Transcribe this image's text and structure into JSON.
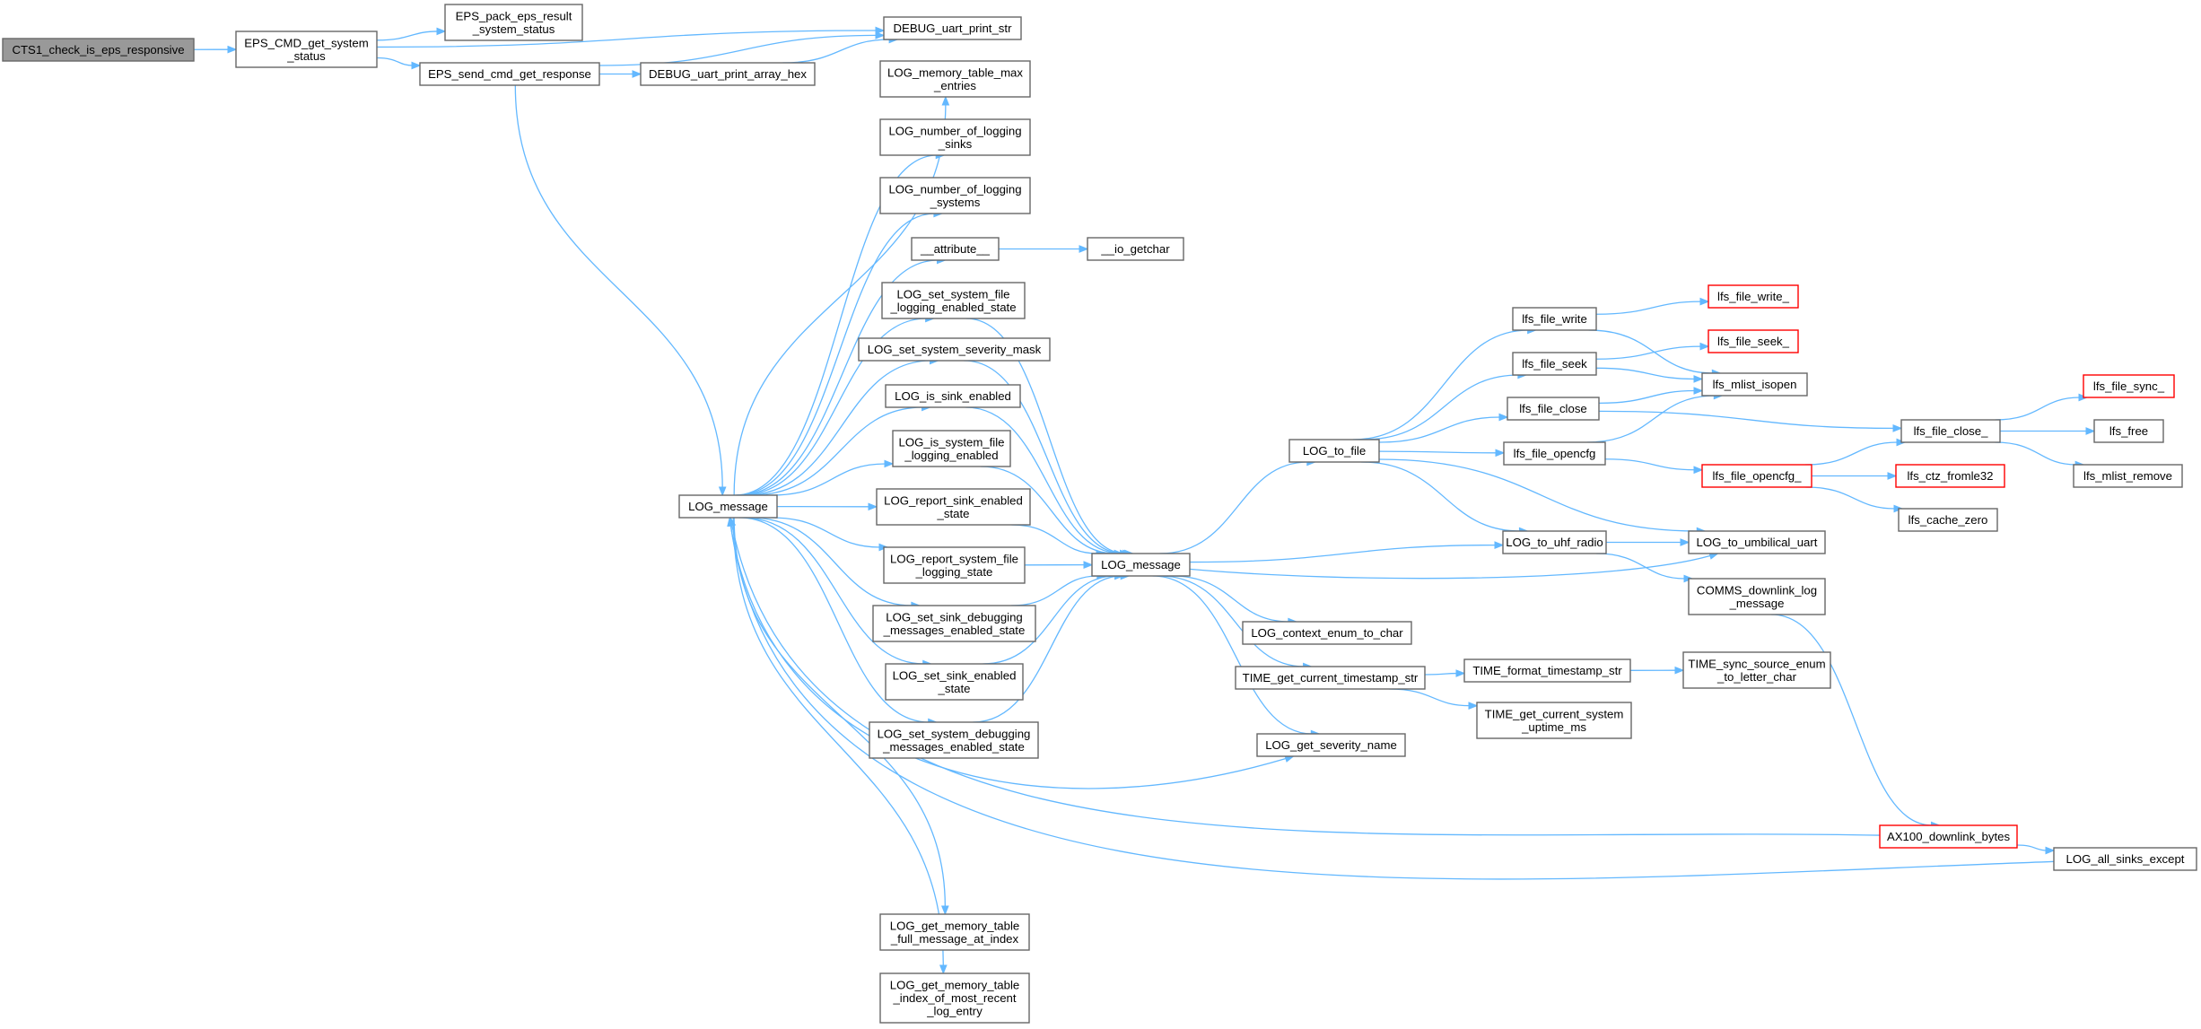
{
  "colors": {
    "edge": "#63b8ff",
    "node_border": "#666666",
    "node_border_incomplete": "#ff0000",
    "node_fill": "#ffffff",
    "root_fill": "#999999",
    "text": "#000000"
  },
  "nodes": [
    {
      "id": "cts1",
      "lines": [
        "CTS1_check_is_eps_responsive"
      ],
      "style": "root"
    },
    {
      "id": "eps_cmd",
      "lines": [
        "EPS_CMD_get_system",
        "_status"
      ]
    },
    {
      "id": "eps_pack",
      "lines": [
        "EPS_pack_eps_result",
        "_system_status"
      ]
    },
    {
      "id": "eps_send",
      "lines": [
        "EPS_send_cmd_get_response"
      ]
    },
    {
      "id": "debug_str",
      "lines": [
        "DEBUG_uart_print_str"
      ]
    },
    {
      "id": "debug_hex",
      "lines": [
        "DEBUG_uart_print_array_hex"
      ]
    },
    {
      "id": "log_mem_max",
      "lines": [
        "LOG_memory_table_max",
        "_entries"
      ]
    },
    {
      "id": "log_num_sinks",
      "lines": [
        "LOG_number_of_logging",
        "_sinks"
      ]
    },
    {
      "id": "log_num_sys",
      "lines": [
        "LOG_number_of_logging",
        "_systems"
      ]
    },
    {
      "id": "attribute",
      "lines": [
        "__attribute__"
      ]
    },
    {
      "id": "io_getchar",
      "lines": [
        "__io_getchar"
      ]
    },
    {
      "id": "set_sys_file",
      "lines": [
        "LOG_set_system_file",
        "_logging_enabled_state"
      ]
    },
    {
      "id": "set_sys_sev",
      "lines": [
        "LOG_set_system_severity_mask"
      ]
    },
    {
      "id": "is_sink",
      "lines": [
        "LOG_is_sink_enabled"
      ]
    },
    {
      "id": "is_sys_file",
      "lines": [
        "LOG_is_system_file",
        "_logging_enabled"
      ]
    },
    {
      "id": "report_sink",
      "lines": [
        "LOG_report_sink_enabled",
        "_state"
      ]
    },
    {
      "id": "report_sys_file",
      "lines": [
        "LOG_report_system_file",
        "_logging_state"
      ]
    },
    {
      "id": "set_sink_debug",
      "lines": [
        "LOG_set_sink_debugging",
        "_messages_enabled_state"
      ]
    },
    {
      "id": "set_sink_en",
      "lines": [
        "LOG_set_sink_enabled",
        "_state"
      ]
    },
    {
      "id": "set_sys_debug",
      "lines": [
        "LOG_set_system_debugging",
        "_messages_enabled_state"
      ]
    },
    {
      "id": "log_msg1",
      "lines": [
        "LOG_message"
      ]
    },
    {
      "id": "log_msg2",
      "lines": [
        "LOG_message"
      ]
    },
    {
      "id": "log_to_file",
      "lines": [
        "LOG_to_file"
      ]
    },
    {
      "id": "lfs_write",
      "lines": [
        "lfs_file_write"
      ]
    },
    {
      "id": "lfs_write_",
      "lines": [
        "lfs_file_write_"
      ],
      "style": "incomplete"
    },
    {
      "id": "lfs_seek",
      "lines": [
        "lfs_file_seek"
      ]
    },
    {
      "id": "lfs_seek_",
      "lines": [
        "lfs_file_seek_"
      ],
      "style": "incomplete"
    },
    {
      "id": "lfs_mlist_isopen",
      "lines": [
        "lfs_mlist_isopen"
      ]
    },
    {
      "id": "lfs_close",
      "lines": [
        "lfs_file_close"
      ]
    },
    {
      "id": "lfs_opencfg",
      "lines": [
        "lfs_file_opencfg"
      ]
    },
    {
      "id": "lfs_opencfg_",
      "lines": [
        "lfs_file_opencfg_"
      ],
      "style": "incomplete"
    },
    {
      "id": "lfs_close_",
      "lines": [
        "lfs_file_close_"
      ]
    },
    {
      "id": "lfs_sync_",
      "lines": [
        "lfs_file_sync_"
      ],
      "style": "incomplete"
    },
    {
      "id": "lfs_free",
      "lines": [
        "lfs_free"
      ]
    },
    {
      "id": "lfs_mlist_remove",
      "lines": [
        "lfs_mlist_remove"
      ]
    },
    {
      "id": "lfs_ctz",
      "lines": [
        "lfs_ctz_fromle32"
      ],
      "style": "incomplete"
    },
    {
      "id": "lfs_cache_zero",
      "lines": [
        "lfs_cache_zero"
      ]
    },
    {
      "id": "log_uhf",
      "lines": [
        "LOG_to_uhf_radio"
      ]
    },
    {
      "id": "log_umb",
      "lines": [
        "LOG_to_umbilical_uart"
      ]
    },
    {
      "id": "comms_dl",
      "lines": [
        "COMMS_downlink_log",
        "_message"
      ]
    },
    {
      "id": "log_ctx",
      "lines": [
        "LOG_context_enum_to_char"
      ]
    },
    {
      "id": "time_ts",
      "lines": [
        "TIME_get_current_timestamp_str"
      ]
    },
    {
      "id": "time_fmt",
      "lines": [
        "TIME_format_timestamp_str"
      ]
    },
    {
      "id": "time_sync",
      "lines": [
        "TIME_sync_source_enum",
        "_to_letter_char"
      ]
    },
    {
      "id": "time_uptime",
      "lines": [
        "TIME_get_current_system",
        "_uptime_ms"
      ]
    },
    {
      "id": "log_sev",
      "lines": [
        "LOG_get_severity_name"
      ]
    },
    {
      "id": "ax100",
      "lines": [
        "AX100_downlink_bytes"
      ],
      "style": "incomplete"
    },
    {
      "id": "log_all_sinks",
      "lines": [
        "LOG_all_sinks_except"
      ]
    },
    {
      "id": "mem_full",
      "lines": [
        "LOG_get_memory_table",
        "_full_message_at_index"
      ]
    },
    {
      "id": "mem_recent",
      "lines": [
        "LOG_get_memory_table",
        "_index_of_most_recent",
        "_log_entry"
      ]
    }
  ],
  "edges": [
    [
      "cts1",
      "eps_cmd"
    ],
    [
      "eps_cmd",
      "eps_pack"
    ],
    [
      "eps_cmd",
      "eps_send"
    ],
    [
      "eps_cmd",
      "debug_str"
    ],
    [
      "eps_send",
      "debug_hex"
    ],
    [
      "eps_send",
      "debug_str"
    ],
    [
      "debug_hex",
      "debug_str"
    ],
    [
      "eps_send",
      "log_msg1"
    ],
    [
      "log_msg1",
      "log_mem_max"
    ],
    [
      "log_msg1",
      "log_num_sinks"
    ],
    [
      "log_msg1",
      "log_num_sys"
    ],
    [
      "log_msg1",
      "attribute"
    ],
    [
      "attribute",
      "io_getchar"
    ],
    [
      "log_msg1",
      "set_sys_file"
    ],
    [
      "log_msg1",
      "set_sys_sev"
    ],
    [
      "log_msg1",
      "is_sink"
    ],
    [
      "log_msg1",
      "is_sys_file"
    ],
    [
      "log_msg1",
      "report_sink"
    ],
    [
      "log_msg1",
      "report_sys_file"
    ],
    [
      "log_msg1",
      "set_sink_debug"
    ],
    [
      "log_msg1",
      "set_sink_en"
    ],
    [
      "log_msg1",
      "set_sys_debug"
    ],
    [
      "log_msg1",
      "log_sev"
    ],
    [
      "log_msg1",
      "mem_full"
    ],
    [
      "log_msg1",
      "mem_recent"
    ],
    [
      "set_sys_file",
      "log_msg2"
    ],
    [
      "set_sys_sev",
      "log_msg2"
    ],
    [
      "is_sink",
      "log_msg2"
    ],
    [
      "is_sys_file",
      "log_msg2"
    ],
    [
      "report_sink",
      "log_msg2"
    ],
    [
      "report_sys_file",
      "log_msg2"
    ],
    [
      "set_sink_debug",
      "log_msg2"
    ],
    [
      "set_sink_en",
      "log_msg2"
    ],
    [
      "set_sys_debug",
      "log_msg2"
    ],
    [
      "log_msg2",
      "log_to_file"
    ],
    [
      "log_msg2",
      "log_uhf"
    ],
    [
      "log_msg2",
      "log_umb"
    ],
    [
      "log_msg2",
      "log_ctx"
    ],
    [
      "log_msg2",
      "time_ts"
    ],
    [
      "log_msg2",
      "log_sev"
    ],
    [
      "log_to_file",
      "lfs_write"
    ],
    [
      "log_to_file",
      "lfs_seek"
    ],
    [
      "log_to_file",
      "lfs_close"
    ],
    [
      "log_to_file",
      "lfs_opencfg"
    ],
    [
      "log_to_file",
      "log_uhf"
    ],
    [
      "log_to_file",
      "log_umb"
    ],
    [
      "lfs_write",
      "lfs_write_"
    ],
    [
      "lfs_write",
      "lfs_mlist_isopen"
    ],
    [
      "lfs_seek",
      "lfs_seek_"
    ],
    [
      "lfs_seek",
      "lfs_mlist_isopen"
    ],
    [
      "lfs_close",
      "lfs_mlist_isopen"
    ],
    [
      "lfs_close",
      "lfs_close_"
    ],
    [
      "lfs_opencfg",
      "lfs_mlist_isopen"
    ],
    [
      "lfs_opencfg",
      "lfs_opencfg_"
    ],
    [
      "lfs_opencfg_",
      "lfs_close_"
    ],
    [
      "lfs_opencfg_",
      "lfs_ctz"
    ],
    [
      "lfs_opencfg_",
      "lfs_cache_zero"
    ],
    [
      "lfs_close_",
      "lfs_sync_"
    ],
    [
      "lfs_close_",
      "lfs_free"
    ],
    [
      "lfs_close_",
      "lfs_mlist_remove"
    ],
    [
      "log_uhf",
      "log_umb"
    ],
    [
      "log_uhf",
      "comms_dl"
    ],
    [
      "comms_dl",
      "ax100"
    ],
    [
      "time_ts",
      "time_fmt"
    ],
    [
      "time_ts",
      "time_uptime"
    ],
    [
      "time_fmt",
      "time_sync"
    ],
    [
      "ax100",
      "log_msg1"
    ],
    [
      "ax100",
      "log_all_sinks"
    ],
    [
      "log_all_sinks",
      "log_msg1"
    ]
  ]
}
